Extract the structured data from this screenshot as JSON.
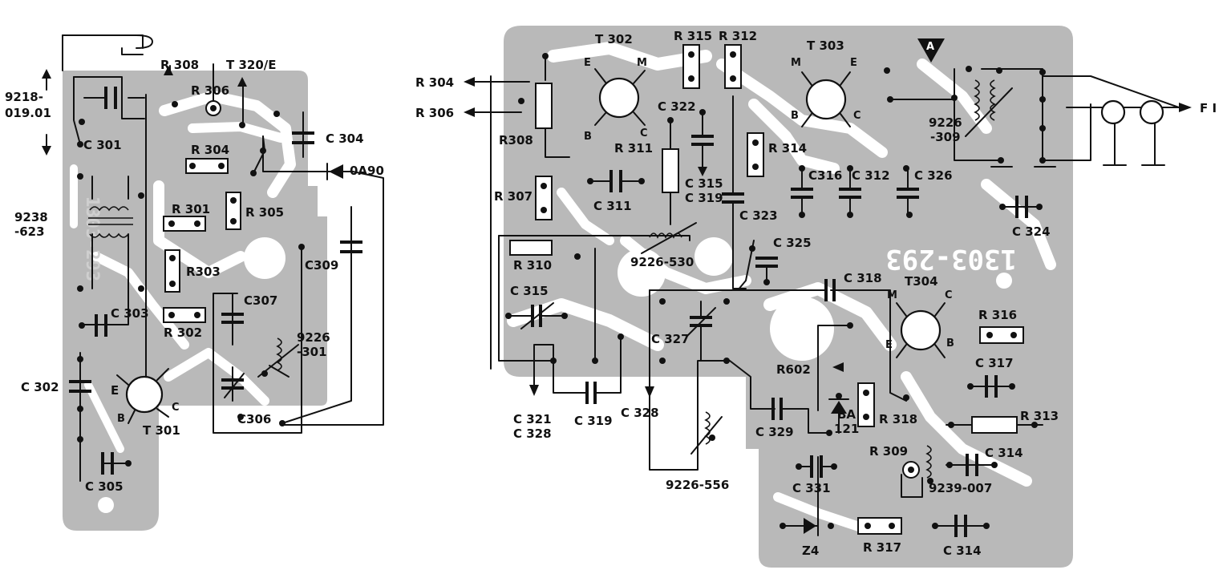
{
  "left_board": {
    "watermark": "1303-293",
    "labels": {
      "r308": "R 308",
      "t320": "T 320/E",
      "coil_9218": "9218-",
      "coil_9218b": "019.01",
      "r306": "R 306",
      "c301": "C 301",
      "c304": "C 304",
      "r304": "R 304",
      "oa90": "0A90",
      "coil_9238": "9238",
      "coil_9238b": "-623",
      "r301": "R 301",
      "r305": "R 305",
      "r303": "R303",
      "c309": "C309",
      "c303": "C 303",
      "c307": "C307",
      "r302": "R 302",
      "coil_9226": "9226",
      "coil_9226b": "-301",
      "c302": "C 302",
      "e": "E",
      "b": "B",
      "c": "C",
      "t301": "T 301",
      "c306": "C306",
      "c305": "C 305"
    }
  },
  "right_board": {
    "watermark": "1303-293",
    "labels": {
      "r304": "R 304",
      "r306": "R 306",
      "t302": "T 302",
      "r315": "R 315",
      "r312": "R 312",
      "t303": "T 303",
      "a": "A",
      "fi": "F I",
      "e1": "E",
      "m1": "M",
      "b1": "B",
      "c1": "C",
      "m2": "M",
      "e2": "E",
      "b2": "B",
      "c2": "C",
      "c322": "C 322",
      "r308": "R308",
      "r311": "R 311",
      "r314": "R 314",
      "coil_9226_309": "9226",
      "coil_9226_309b": "-309",
      "c315a": "C 315",
      "c319a": "C 319",
      "c316": "C316",
      "c312": "C 312",
      "c326": "C 326",
      "r307": "R 307",
      "c311": "C 311",
      "c323": "C 323",
      "c324": "C 324",
      "c325": "C 325",
      "coil_9226_530": "9226-530",
      "r310": "R 310",
      "c318": "C 318",
      "t304": "T304",
      "m3": "M",
      "c3": "C",
      "e3": "E",
      "b3": "B",
      "c315b": "C 315",
      "c327": "C 327",
      "r316": "R 316",
      "r602": "R602",
      "c317": "C 317",
      "c321": "C 321",
      "c328a": "C 328",
      "c319b": "C 319",
      "c328b": "C 328",
      "c329": "C 329",
      "ba121a": "BA",
      "ba121b": "121",
      "r318": "R 318",
      "r313": "R 313",
      "r309": "R 309",
      "c314a": "C 314",
      "coil_9226_556": "9226-556",
      "c331": "C 331",
      "coil_9239": "9239-007",
      "z4": "Z4",
      "r317": "R 317",
      "c314b": "C 314"
    }
  }
}
